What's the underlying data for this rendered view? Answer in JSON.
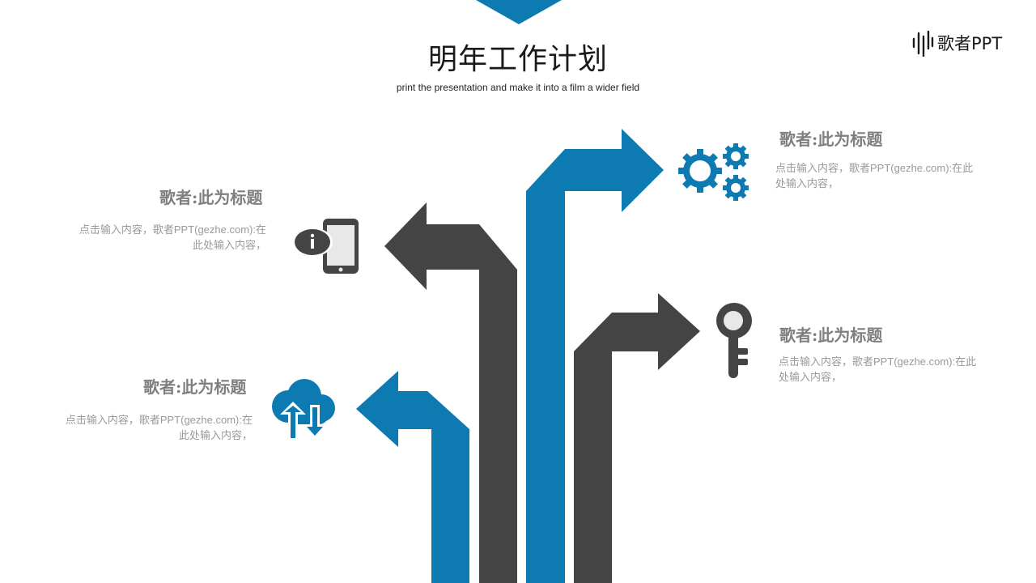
{
  "title": "明年工作计划",
  "subtitle": "print the presentation and make it into a film a wider field",
  "brand": {
    "name": "歌者PPT",
    "icon": "waveform-logo-icon"
  },
  "colors": {
    "blue": "#0e7ab2",
    "dark": "#444444",
    "heading": "#7f7f7f",
    "body": "#9a9a9a"
  },
  "items": [
    {
      "id": "upper-left",
      "heading": "歌者:此为标题",
      "body_line1": "点击输入内容，歌者PPT(gezhe.com):在",
      "body_line2": "此处输入内容，",
      "icon": "phone-info-icon"
    },
    {
      "id": "lower-left",
      "heading": "歌者:此为标题",
      "body_line1": "点击输入内容，歌者PPT(gezhe.com):在",
      "body_line2": "此处输入内容，",
      "icon": "cloud-sync-icon"
    },
    {
      "id": "upper-right",
      "heading": "歌者:此为标题",
      "body_line1": "点击输入内容，歌者PPT(gezhe.com):在此",
      "body_line2": "处输入内容，",
      "icon": "gears-icon"
    },
    {
      "id": "lower-right",
      "heading": "歌者:此为标题",
      "body_line1": "点击输入内容，歌者PPT(gezhe.com):在此",
      "body_line2": "处输入内容，",
      "icon": "key-icon"
    }
  ]
}
